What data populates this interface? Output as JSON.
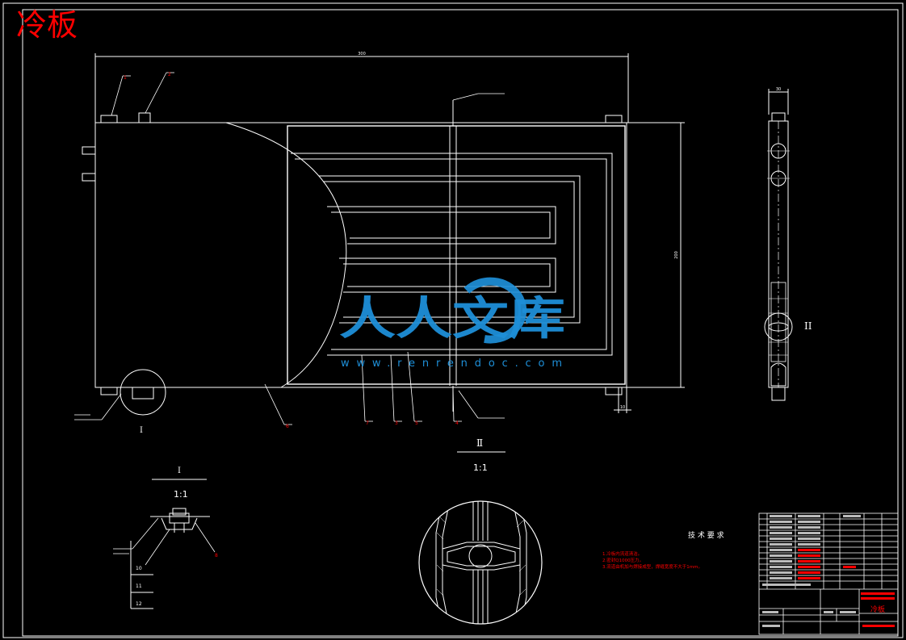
{
  "drawing": {
    "title": "冷板",
    "block_title": "冷板",
    "colors": {
      "background": "#000000",
      "line": "#ffffff",
      "red": "#ff0000",
      "watermark": "#1e8fd8"
    }
  },
  "dimensions": {
    "overall_width": "300",
    "overall_height": "200",
    "side_width": "30",
    "edge_offset": "10"
  },
  "views": {
    "detail_I_marker": "I",
    "detail_II_marker": "II",
    "section_II_label": "Ⅱ",
    "section_II_scale": "1:1",
    "detail_I_label": "I",
    "detail_I_scale": "1:1"
  },
  "balloons": {
    "b1": "1",
    "b2": "2",
    "b3": "3",
    "b4": "4",
    "b5": "5",
    "b6": "6",
    "b7": "7",
    "b8": "8",
    "b10": "10",
    "b11": "11",
    "b12": "12"
  },
  "tech_req": {
    "heading": "技 术 要 求",
    "items": [
      "1.冷板内流道清洁。",
      "2.密封Q1000压力。",
      "3.流道由机加与焊接成型，焊缝宽度不大于1mm。"
    ]
  },
  "watermark": {
    "brand": "人人文库",
    "url": "www.renrendoc.com"
  }
}
